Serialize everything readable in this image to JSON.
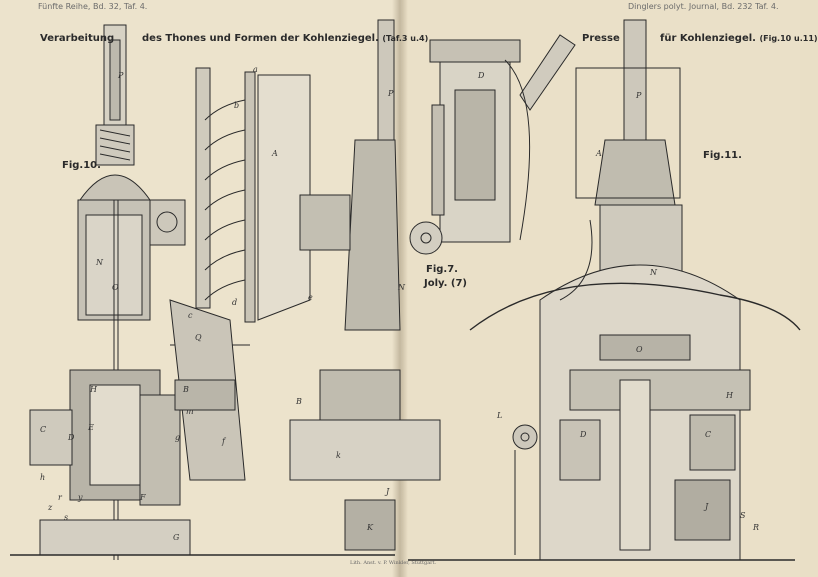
{
  "header": {
    "left": "Fünfte Reihe, Bd. 32, Taf. 4.",
    "right_journal": "Dinglers polyt. Journal, Bd.",
    "right_vol": "232",
    "right_plate": "Taf. 4."
  },
  "titles": {
    "left_a": "Verarbeitung",
    "left_b": "des Thones und Formen der Kohlenziegel.",
    "left_c": "(Taf.3 u.4)",
    "right_a": "Presse",
    "right_b": "für Kohlenziegel.",
    "right_c": "(Fig.10 u.11)"
  },
  "figures": {
    "fig10": "Fig.10.",
    "fig7": "Fig.7.",
    "fig7_sub": "Joly. (7)",
    "fig11": "Fig.11."
  },
  "imprint": "Lith. Anst. v. P. Winkler, Stuttgart.",
  "letters": [
    "P",
    "N",
    "O",
    "H",
    "D",
    "C",
    "E",
    "B",
    "A",
    "b",
    "c",
    "d",
    "Q",
    "f",
    "g",
    "h",
    "K",
    "J",
    "L",
    "k",
    "m",
    "R",
    "S",
    "F",
    "G",
    "r",
    "s",
    "y",
    "z",
    "e",
    "a"
  ],
  "colors": {
    "paper": "#ebe2cb",
    "ink": "#2a2a2a",
    "shade": "#a8a8a8"
  }
}
